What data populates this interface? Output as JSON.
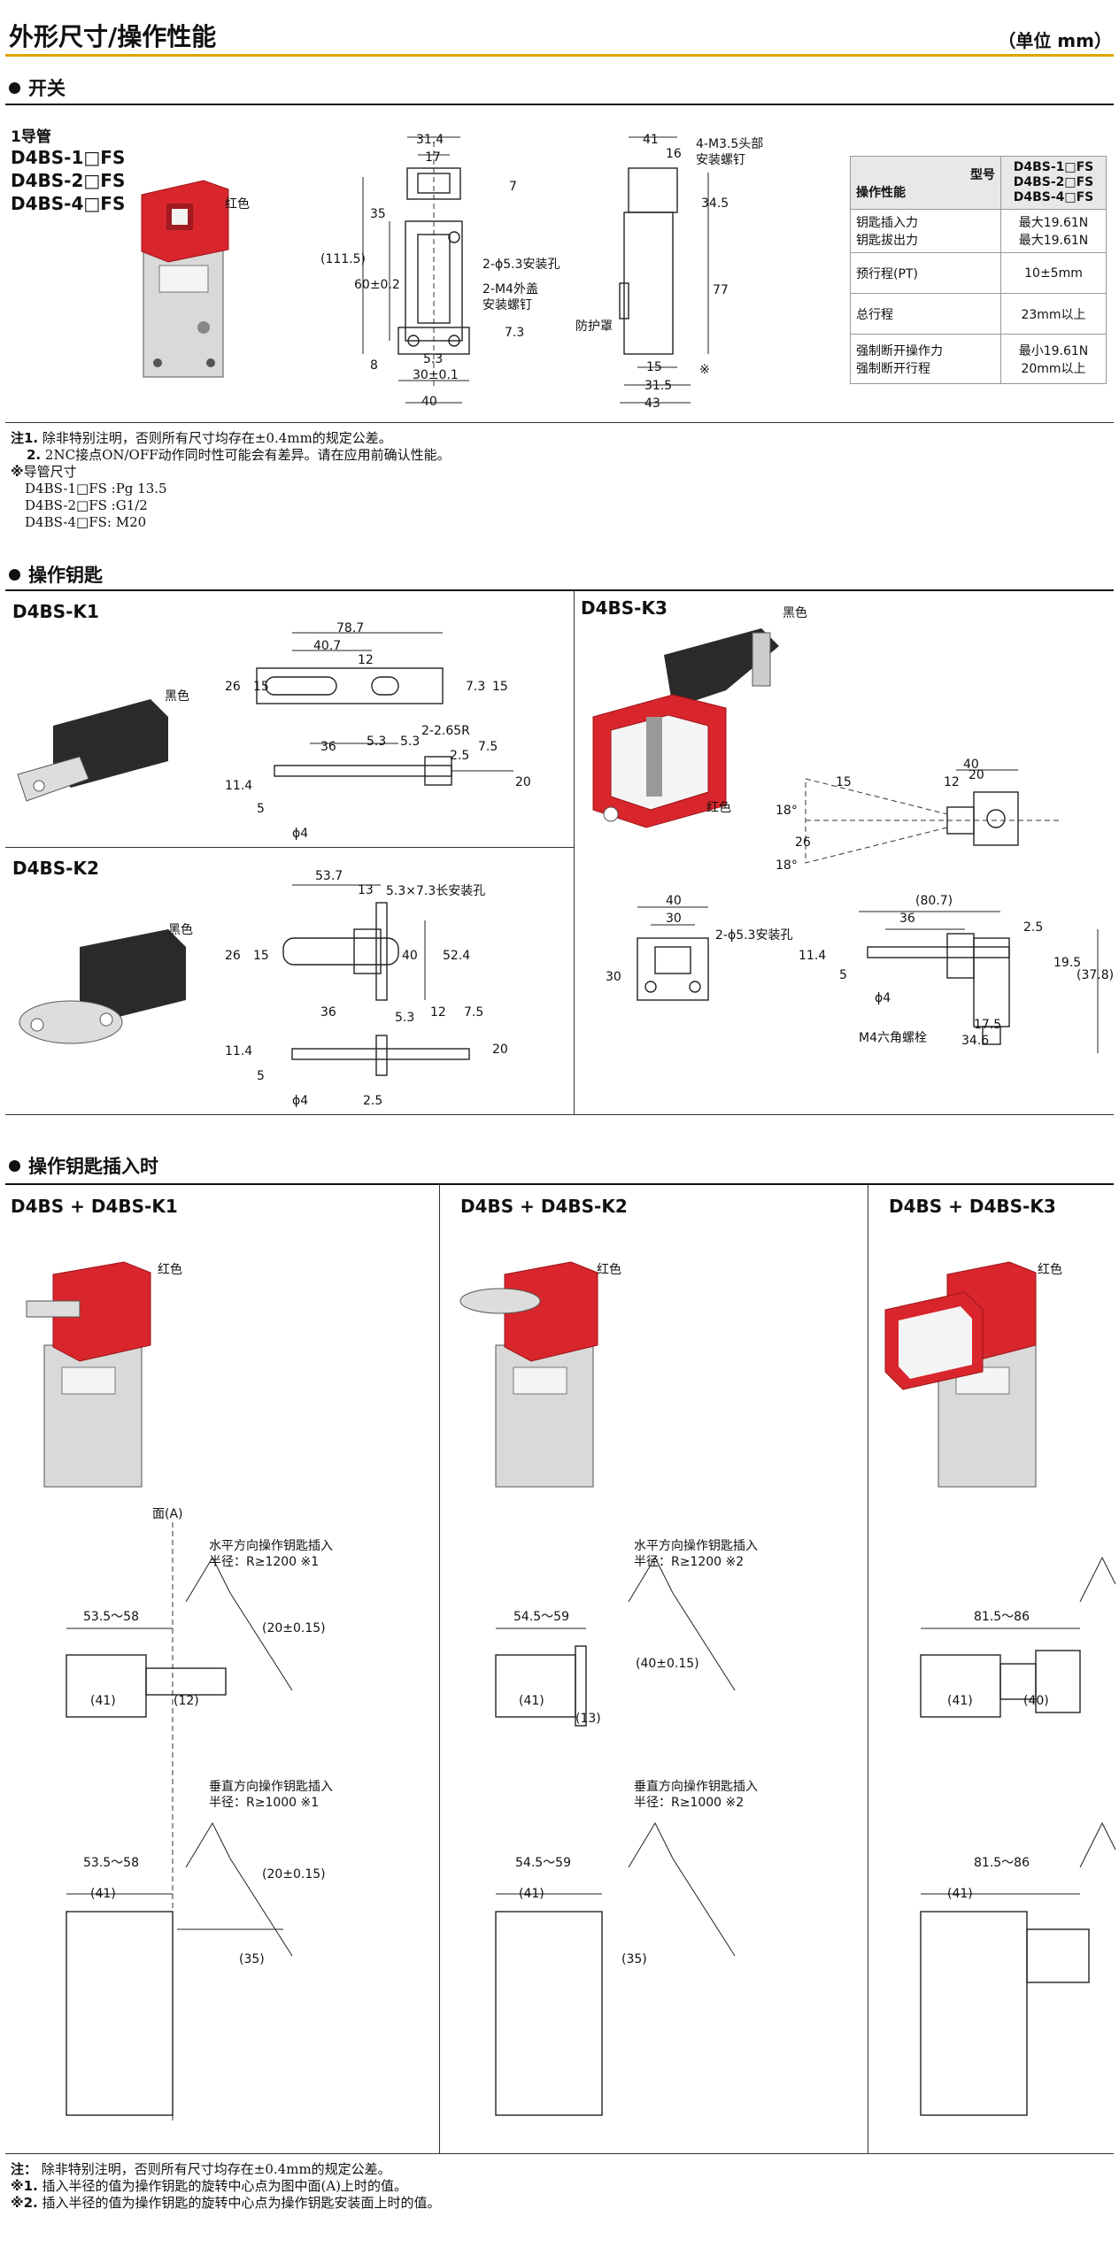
{
  "header": {
    "title": "外形尺寸/操作性能",
    "unit": "（单位 mm）"
  },
  "colors": {
    "accent": "#e0a400",
    "red": "#d8262c"
  },
  "switch": {
    "heading": "开关",
    "conduit": "1导管",
    "models": [
      "D4BS-1□FS",
      "D4BS-2□FS",
      "D4BS-4□FS"
    ],
    "red_label": "红色",
    "front_dims": {
      "d31_4": "31.4",
      "d17": "17",
      "d7": "7",
      "d35": "35",
      "d111_5": "(111.5)",
      "d60": "60±0.2",
      "d8": "8",
      "d7_3": "7.3",
      "d5_3": "5.3",
      "d30": "30±0.1",
      "d40": "40"
    },
    "front_labels": {
      "hole": "2-ϕ5.3安装孔",
      "screw": "2-M4外盖",
      "screw2": "安装螺钉"
    },
    "side_dims": {
      "d41": "41",
      "d16": "16",
      "d34_5": "34.5",
      "d77": "77",
      "d15": "15",
      "d31_5": "31.5",
      "d43": "43"
    },
    "side_labels": {
      "head_screw": "4-M3.5头部",
      "head_screw2": "安装螺钉",
      "cover": "防护罩",
      "mark": "※"
    },
    "table": {
      "hdr_model": "型号",
      "hdr_perf": "操作性能",
      "models": [
        "D4BS-1□FS",
        "D4BS-2□FS",
        "D4BS-4□FS"
      ],
      "rows": [
        {
          "name": [
            "钥匙插入力",
            "钥匙拔出力"
          ],
          "value": [
            "最大19.61N",
            "最大19.61N"
          ]
        },
        {
          "name": [
            "预行程(PT)"
          ],
          "value": [
            "10±5mm"
          ]
        },
        {
          "name": [
            "总行程"
          ],
          "value": [
            "23mm以上"
          ]
        },
        {
          "name": [
            "强制断开操作力",
            "强制断开行程"
          ],
          "value": [
            "最小19.61N",
            "20mm以上"
          ]
        }
      ]
    },
    "notes": [
      {
        "mark": "注1.",
        "text": "除非特别注明，否则所有尺寸均存在±0.4mm的规定公差。"
      },
      {
        "mark": "2.",
        "text": "2NC接点ON/OFF动作同时性可能会有差异。请在应用前确认性能。"
      },
      {
        "mark": "※",
        "text": "导管尺寸"
      },
      {
        "mark": "",
        "text": "D4BS-1□FS :Pg 13.5"
      },
      {
        "mark": "",
        "text": "D4BS-2□FS :G1/2"
      },
      {
        "mark": "",
        "text": "D4BS-4□FS: M20"
      }
    ]
  },
  "keys": {
    "heading": "操作钥匙",
    "k1": {
      "title": "D4BS-K1",
      "color": "黑色",
      "dims": {
        "d78_7": "78.7",
        "d40_7": "40.7",
        "d12": "12",
        "d26": "26",
        "d15": "15",
        "d7_3": "7.3",
        "d15b": "15",
        "d5_3": "5.3",
        "d5_3b": "5.3",
        "r": "2-2.65R",
        "d36": "36",
        "d2_5": "2.5",
        "d7_5": "7.5",
        "d11_4": "11.4",
        "d20": "20",
        "d5": "5",
        "d4": "ϕ4"
      }
    },
    "k2": {
      "title": "D4BS-K2",
      "color": "黑色",
      "dims": {
        "d53_7": "53.7",
        "d13": "13",
        "slot": "5.3×7.3长安装孔",
        "d26": "26",
        "d15": "15",
        "d40": "40",
        "d52_4": "52.4",
        "d36": "36",
        "d5_3": "5.3",
        "d12": "12",
        "d7_5": "7.5",
        "d11_4": "11.4",
        "d20": "20",
        "d5": "5",
        "d4": "ϕ4",
        "d2_5": "2.5"
      }
    },
    "k3": {
      "title": "D4BS-K3",
      "color_black": "黑色",
      "color_red": "红色",
      "dims": {
        "d40": "40",
        "d12": "12",
        "d20": "20",
        "d15": "15",
        "a18": "18°",
        "d26": "26",
        "a18b": "18°",
        "d40b": "40",
        "d30": "30",
        "hole": "2-ϕ5.3安装孔",
        "d30b": "30",
        "d80_7": "(80.7)",
        "d36": "36",
        "d2_5": "2.5",
        "d11_4": "11.4",
        "d19_5": "19.5",
        "d37_8": "(37.8)",
        "d5": "5",
        "d4": "ϕ4",
        "d17_5": "17.5",
        "d34_6": "34.6",
        "bolt": "M4六角螺栓"
      }
    }
  },
  "inserted": {
    "heading": "操作钥匙插入时",
    "cols": [
      {
        "title": "D4BS + D4BS-K1",
        "red": "红色",
        "face": "面(A)",
        "h_text": "水平方向操作钥匙插入",
        "h_radius": "半径：R≥1200 ※1",
        "h_range": "53.5～58",
        "h_r": "(20±0.15)",
        "h_41": "(41)",
        "h_extra": "(12)",
        "v_text": "垂直方向操作钥匙插入",
        "v_radius": "半径：R≥1000 ※1",
        "v_range": "53.5～58",
        "v_r": "(20±0.15)",
        "v_41": "(41)",
        "v_35": "(35)"
      },
      {
        "title": "D4BS + D4BS-K2",
        "red": "红色",
        "h_text": "水平方向操作钥匙插入",
        "h_radius": "半径：R≥1200 ※2",
        "h_range": "54.5～59",
        "h_r": "(40±0.15)",
        "h_41": "(41)",
        "h_extra": "(13)",
        "v_text": "垂直方向操作钥匙插入",
        "v_radius": "半径：R≥1000 ※2",
        "v_range": "54.5～59",
        "v_41": "(41)",
        "v_35": "(35)"
      },
      {
        "title": "D4BS + D4BS-K3",
        "red": "红色",
        "h_range": "81.5～86",
        "h_41": "(41)",
        "h_extra": "(40)",
        "v_range": "81.5～86",
        "v_41": "(41)"
      }
    ],
    "notes": [
      {
        "mark": "注：",
        "text": "除非特别注明，否则所有尺寸均存在±0.4mm的规定公差。"
      },
      {
        "mark": "※1.",
        "text": "插入半径的值为操作钥匙的旋转中心点为图中面(A)上时的值。"
      },
      {
        "mark": "※2.",
        "text": "插入半径的值为操作钥匙的旋转中心点为操作钥匙安装面上时的值。"
      }
    ]
  }
}
